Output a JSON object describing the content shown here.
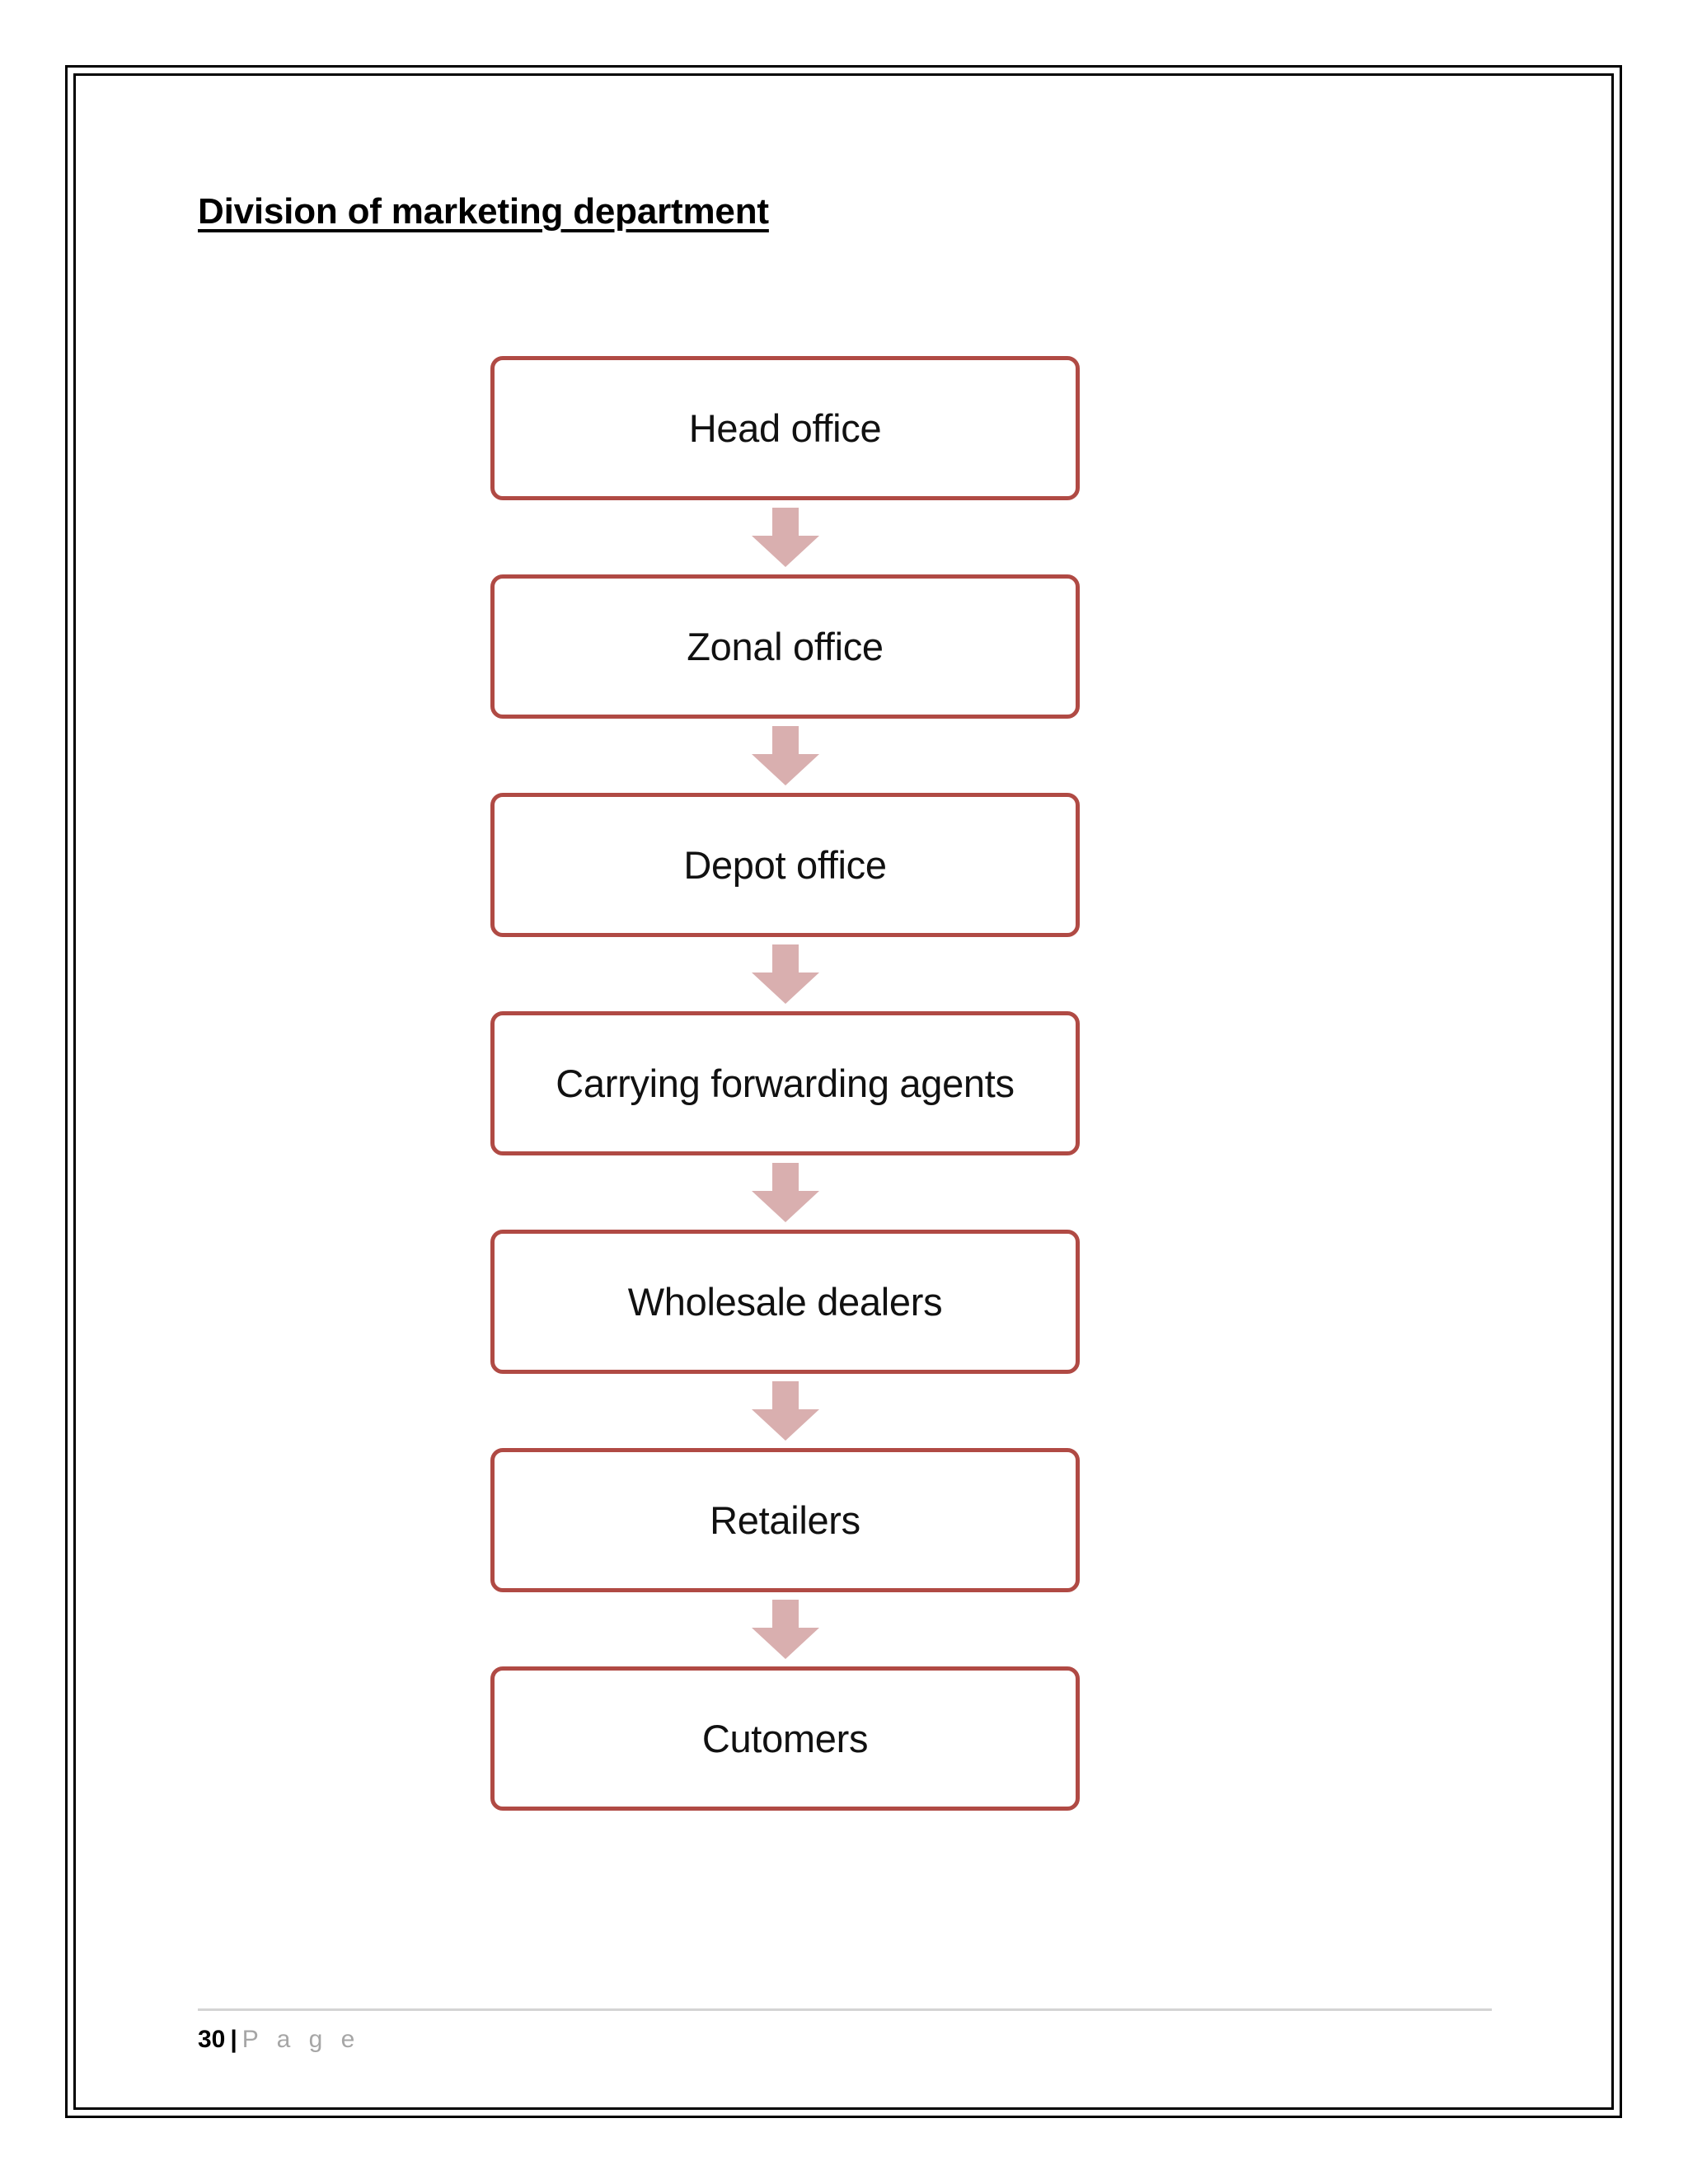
{
  "document": {
    "heading": "Division of marketing department",
    "page_border_style": "double-line"
  },
  "flowchart": {
    "type": "vertical-flow",
    "orientation": "top-to-bottom",
    "arrow_icon": "down-arrow-icon",
    "colors": {
      "node_border": "#b04a44",
      "node_fill": "#ffffff",
      "arrow_fill": "#d9afaf",
      "text": "#111111"
    },
    "nodes": [
      {
        "label": "Head office"
      },
      {
        "label": "Zonal office"
      },
      {
        "label": "Depot office"
      },
      {
        "label": "Carrying forwarding agents"
      },
      {
        "label": "Wholesale dealers"
      },
      {
        "label": "Retailers"
      },
      {
        "label": "Cutomers"
      }
    ]
  },
  "footer": {
    "page_number": "30",
    "separator": "|",
    "page_word": "P a g e"
  }
}
